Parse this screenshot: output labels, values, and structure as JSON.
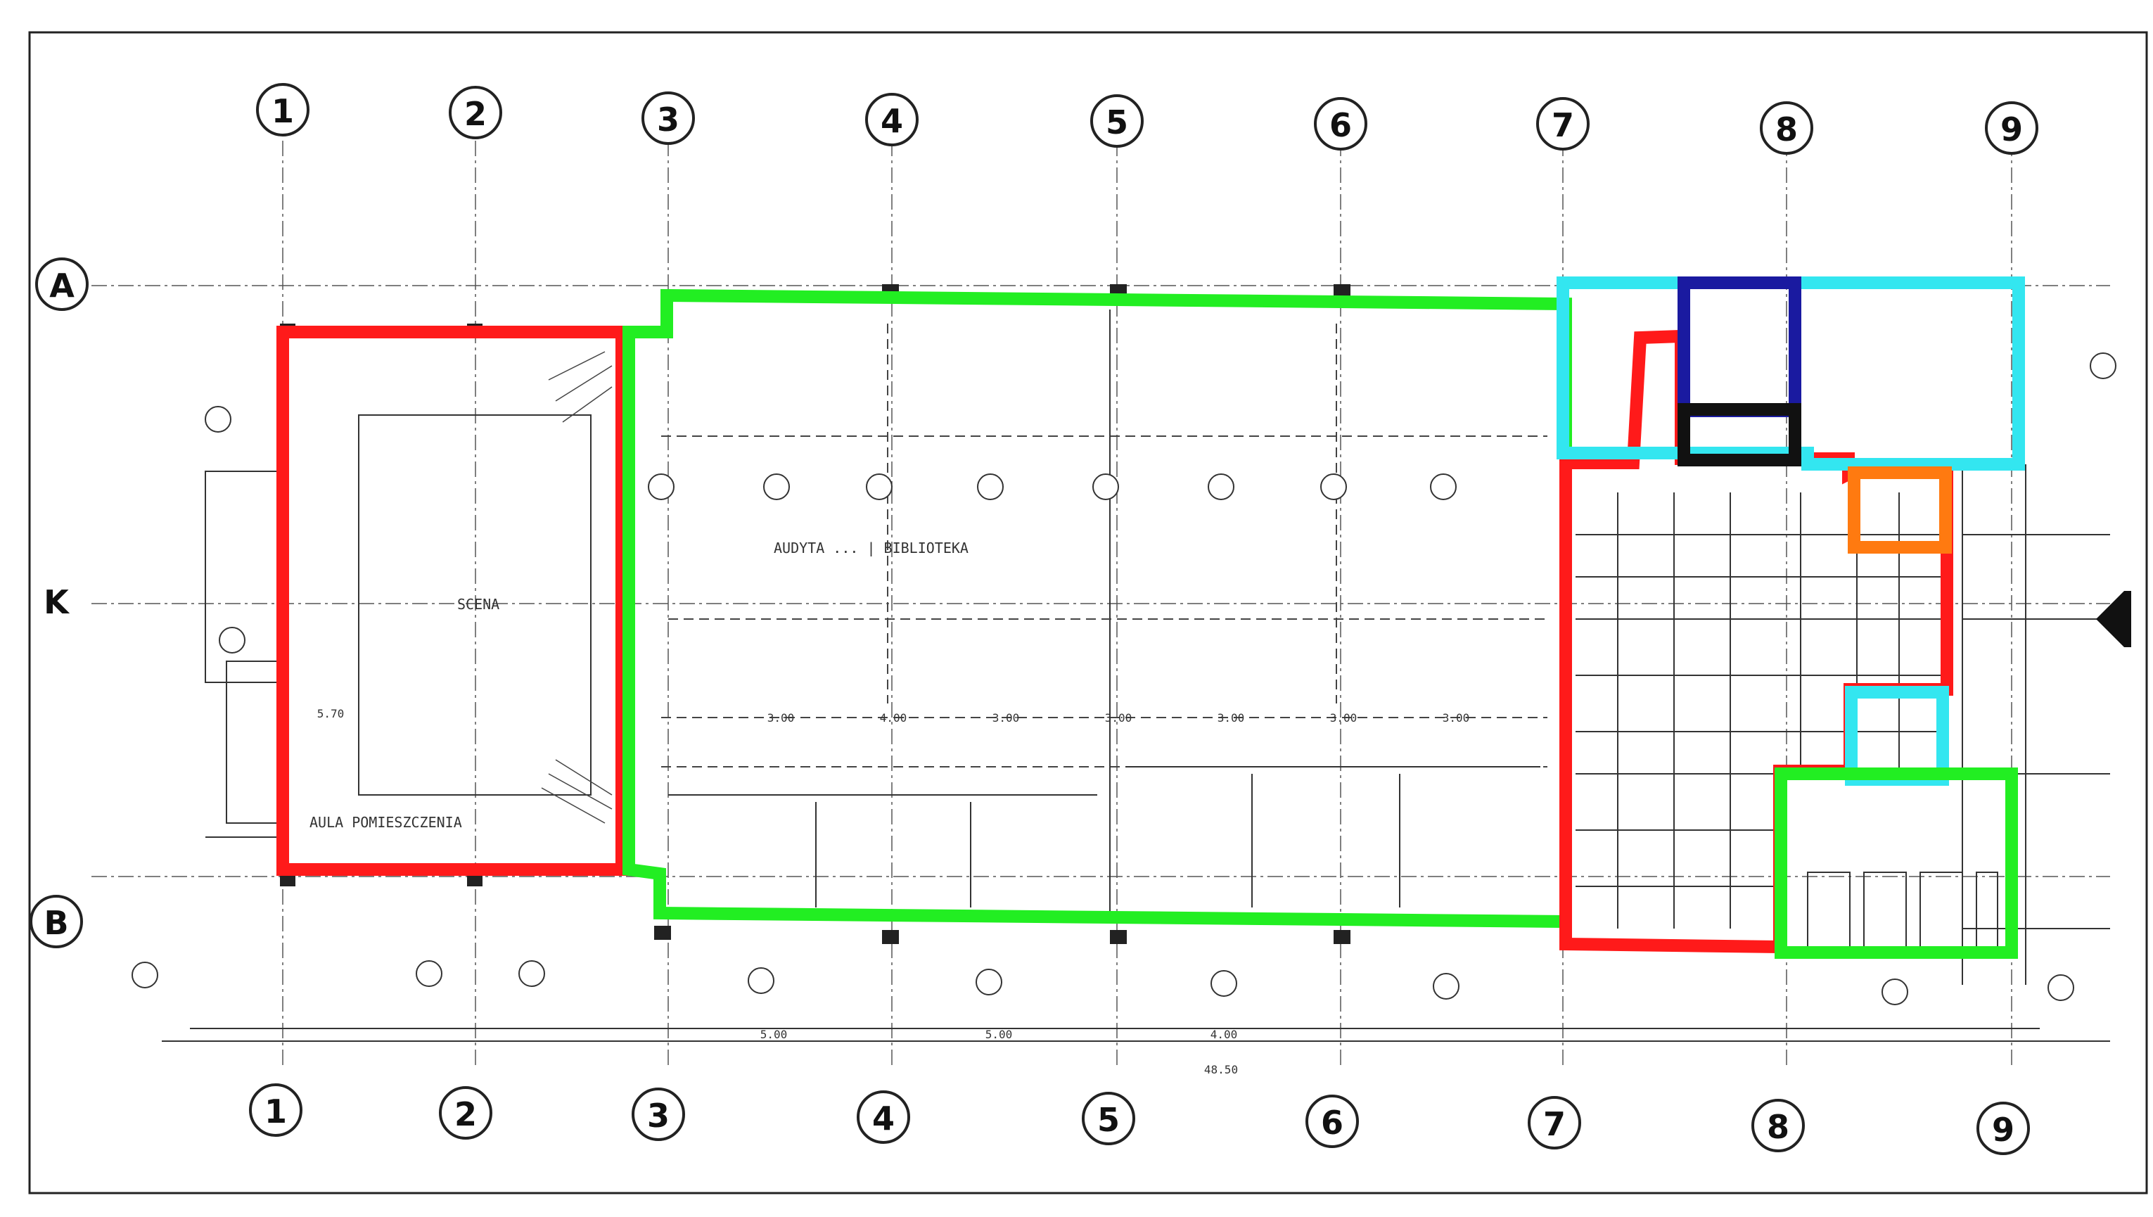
{
  "axes_columns": [
    "1",
    "2",
    "3",
    "4",
    "5",
    "6",
    "7",
    "8",
    "9"
  ],
  "axes_rows": [
    "A",
    "K",
    "B"
  ],
  "room_labels": {
    "main_hall": "AUDYTA ... | BIBLIOTEKA",
    "left_room": "SCENA",
    "left_bottom": "AULA  POMIESZCZENIA"
  },
  "dimension_labels": [
    "5.70",
    "3.00",
    "4.00",
    "3.00",
    "3.00",
    "3.00",
    "3.00",
    "3.00",
    "5.00",
    "5.00",
    "4.00",
    "48.50"
  ],
  "zone_colors": {
    "red": "#ff1a1a",
    "green": "#22ee22",
    "cyan": "#33e6f0",
    "navy": "#1a1aa0",
    "black": "#111111",
    "orange": "#ff7a10"
  }
}
